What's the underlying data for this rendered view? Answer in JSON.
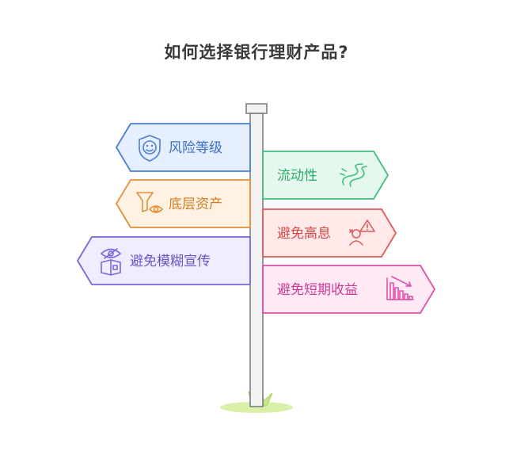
{
  "title": "如何选择银行理财产品?",
  "signs": [
    {
      "id": "risk-level",
      "label": "风险等级",
      "side": "left",
      "icon": "shield-smile-icon",
      "stroke": "#4a7fd6",
      "fill": "#e6efff",
      "text": "#3d6fc4"
    },
    {
      "id": "liquidity",
      "label": "流动性",
      "side": "right",
      "icon": "winding-road-icon",
      "stroke": "#3fbf7f",
      "fill": "#e4f8ee",
      "text": "#2ea86a"
    },
    {
      "id": "underlying",
      "label": "底层资产",
      "side": "left",
      "icon": "funnel-eye-icon",
      "stroke": "#e0913a",
      "fill": "#fff2e3",
      "text": "#d07d22"
    },
    {
      "id": "high-yield",
      "label": "避免高息",
      "side": "right",
      "icon": "warning-person-icon",
      "stroke": "#e05a5a",
      "fill": "#ffe9e9",
      "text": "#d44848"
    },
    {
      "id": "vague-ads",
      "label": "避免模糊宣传",
      "side": "left",
      "icon": "eye-box-icon",
      "stroke": "#7b68d9",
      "fill": "#efedff",
      "text": "#6a56c9"
    },
    {
      "id": "short-term",
      "label": "避免短期收益",
      "side": "right",
      "icon": "declining-bars-icon",
      "stroke": "#e04fa8",
      "fill": "#ffe9f5",
      "text": "#d03a97"
    }
  ]
}
